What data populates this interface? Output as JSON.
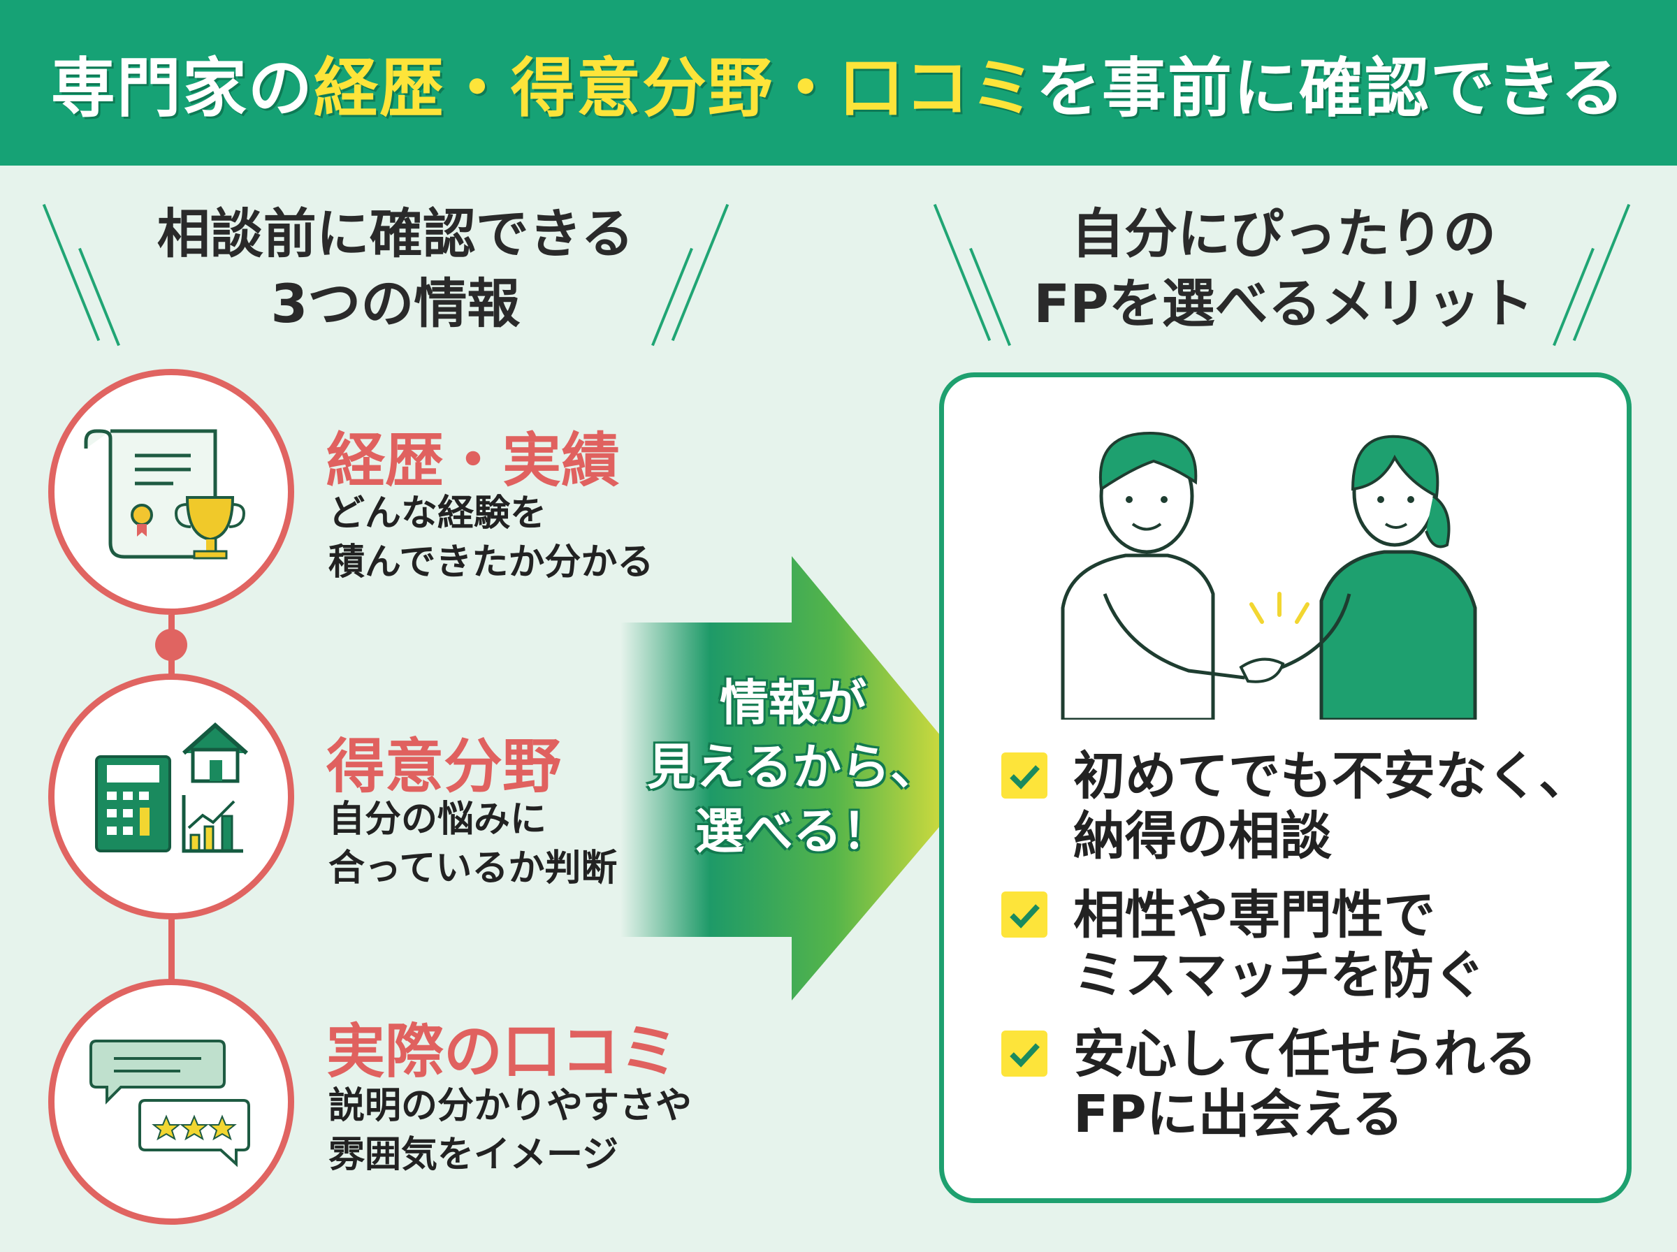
{
  "header": {
    "title_pre": "専門家の",
    "title_hl1": "経歴・得意分野・口コミ",
    "title_post": "を事前に確認できる"
  },
  "left_heading": {
    "line1": "相談前に確認できる",
    "line2": "3つの情報"
  },
  "right_heading": {
    "line1": "自分にぴったりの",
    "line2": "FPを選べるメリット"
  },
  "items": [
    {
      "title": "経歴・実績",
      "desc1": "どんな経験を",
      "desc2": "積んできたか分かる",
      "icon": "certificate-trophy-icon"
    },
    {
      "title": "得意分野",
      "desc1": "自分の悩みに",
      "desc2": "合っているか判断",
      "icon": "calculator-house-chart-icon"
    },
    {
      "title": "実際の口コミ",
      "desc1": "説明の分かりやすさや",
      "desc2": "雰囲気をイメージ",
      "icon": "review-bubbles-icon"
    }
  ],
  "arrow": {
    "line1": "情報が",
    "line2": "見えるから、",
    "line3": "選べる！"
  },
  "benefits": [
    {
      "line1": "初めてでも不安なく、",
      "line2": "納得の相談"
    },
    {
      "line1": "相性や専門性で",
      "line2": "ミスマッチを防ぐ"
    },
    {
      "line1": "安心して任せられる",
      "line2": "FPに出会える"
    }
  ],
  "colors": {
    "header": "#16a275",
    "accent_yellow": "#fde43a",
    "red": "#e0615f",
    "green": "#1ea06f"
  }
}
